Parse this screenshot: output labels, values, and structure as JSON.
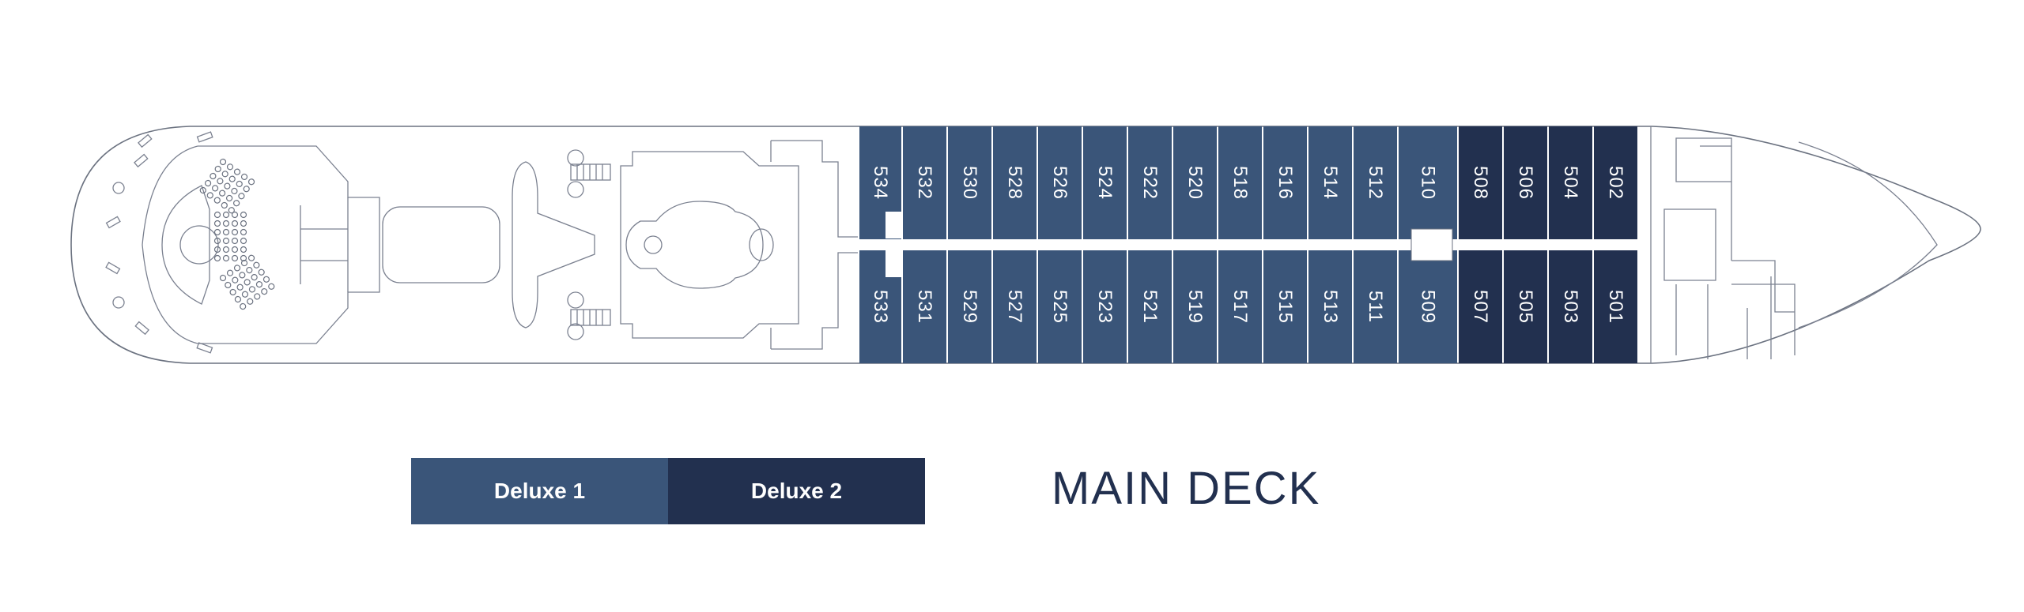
{
  "deck": {
    "title": "MAIN DECK"
  },
  "legend": [
    {
      "label": "Deluxe 1",
      "color": "#3a5579"
    },
    {
      "label": "Deluxe 2",
      "color": "#22304f"
    }
  ],
  "cabins": {
    "top": [
      {
        "number": "534",
        "category": "Deluxe 1"
      },
      {
        "number": "532",
        "category": "Deluxe 1"
      },
      {
        "number": "530",
        "category": "Deluxe 1"
      },
      {
        "number": "528",
        "category": "Deluxe 1"
      },
      {
        "number": "526",
        "category": "Deluxe 1"
      },
      {
        "number": "524",
        "category": "Deluxe 1"
      },
      {
        "number": "522",
        "category": "Deluxe 1"
      },
      {
        "number": "520",
        "category": "Deluxe 1"
      },
      {
        "number": "518",
        "category": "Deluxe 1"
      },
      {
        "number": "516",
        "category": "Deluxe 1"
      },
      {
        "number": "514",
        "category": "Deluxe 1"
      },
      {
        "number": "512",
        "category": "Deluxe 1"
      },
      {
        "number": "510",
        "category": "Deluxe 1"
      },
      {
        "number": "508",
        "category": "Deluxe 2"
      },
      {
        "number": "506",
        "category": "Deluxe 2"
      },
      {
        "number": "504",
        "category": "Deluxe 2"
      },
      {
        "number": "502",
        "category": "Deluxe 2"
      }
    ],
    "bottom": [
      {
        "number": "533",
        "category": "Deluxe 1"
      },
      {
        "number": "531",
        "category": "Deluxe 1"
      },
      {
        "number": "529",
        "category": "Deluxe 1"
      },
      {
        "number": "527",
        "category": "Deluxe 1"
      },
      {
        "number": "525",
        "category": "Deluxe 1"
      },
      {
        "number": "523",
        "category": "Deluxe 1"
      },
      {
        "number": "521",
        "category": "Deluxe 1"
      },
      {
        "number": "519",
        "category": "Deluxe 1"
      },
      {
        "number": "517",
        "category": "Deluxe 1"
      },
      {
        "number": "515",
        "category": "Deluxe 1"
      },
      {
        "number": "513",
        "category": "Deluxe 1"
      },
      {
        "number": "511",
        "category": "Deluxe 1"
      },
      {
        "number": "509",
        "category": "Deluxe 1"
      },
      {
        "number": "507",
        "category": "Deluxe 2"
      },
      {
        "number": "505",
        "category": "Deluxe 2"
      },
      {
        "number": "503",
        "category": "Deluxe 2"
      },
      {
        "number": "501",
        "category": "Deluxe 2"
      }
    ]
  }
}
